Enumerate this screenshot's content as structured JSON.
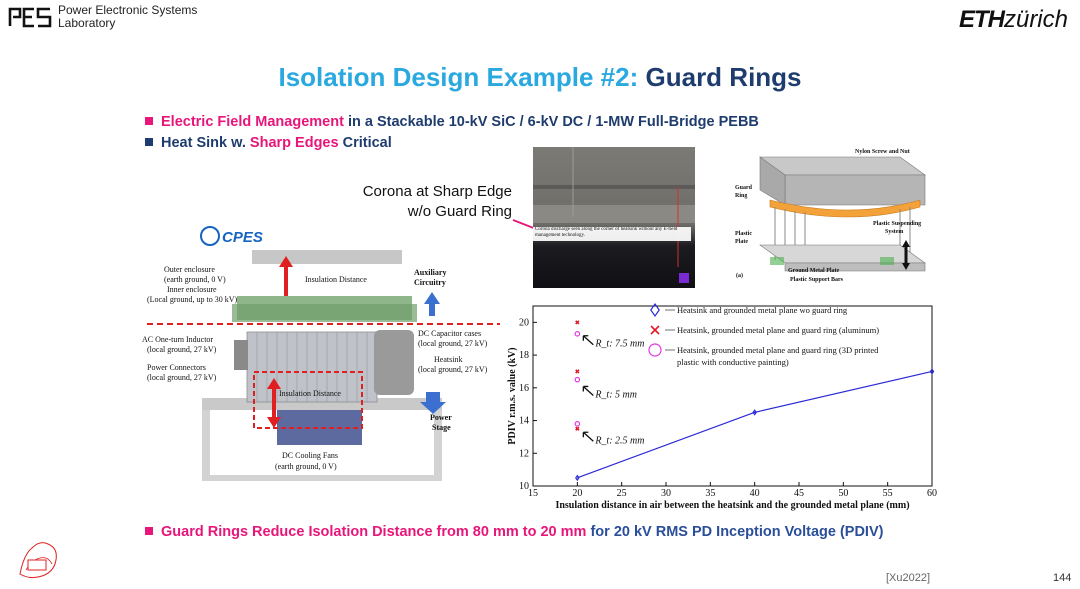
{
  "header": {
    "lab_line1": "Power Electronic Systems",
    "lab_line2": "Laboratory",
    "eth_bold": "ETH",
    "eth_rest": "zürich"
  },
  "title": {
    "part1": "Isolation Design Example #2:",
    "part2": "Guard Rings"
  },
  "bullets": {
    "b1_highlight": "Electric Field Management",
    "b1_rest": "in a Stackable 10-kV SiC / 6-kV DC / 1-MW Full-Bridge PEBB",
    "b2_a": "Heat Sink w.",
    "b2_highlight": "Sharp Edges",
    "b2_b": "Critical",
    "b3_highlight": "Guard Rings Reduce Isolation Distance from 80 mm to 20 mm",
    "b3_rest": "for 20 kV RMS PD Inception Voltage (PDIV)"
  },
  "corona": {
    "line1": "Corona at Sharp Edge",
    "line2": "w/o Guard Ring",
    "caption": "Corona discharge seen along the corner of heatsink without any E-field management technology."
  },
  "assembly": {
    "nylon": "Nylon Screw and Nut",
    "guard_ring_1": "Guard",
    "guard_ring_2": "Ring",
    "plastic_susp_1": "Plastic Suspending",
    "plastic_susp_2": "System",
    "plastic_plate_1": "Plastic",
    "plastic_plate_2": "Plate",
    "ground_plate": "Ground Metal Plate",
    "support_bars": "Plastic Support Bars",
    "panel": "(a)"
  },
  "module": {
    "brand": "CPES",
    "outer_1": "Outer enclosure",
    "outer_2": "(earth ground, 0 V)",
    "inner_1": "Inner enclosure",
    "inner_2": "(Local ground, up to 30 kV)",
    "insulation_top": "Insulation Distance",
    "aux_1": "Auxiliary",
    "aux_2": "Circuitry",
    "ac_1": "AC One-turn Inductor",
    "ac_2": "(local ground, 27 kV)",
    "pc_1": "Power Connectors",
    "pc_2": "(local ground, 27 kV)",
    "dc_1": "DC Capacitor cases",
    "dc_2": "(local ground, 27 kV)",
    "hs_1": "Heatsink",
    "hs_2": "(local ground, 27 kV)",
    "insulation_mid": "Insulation Distance",
    "power_1": "Power",
    "power_2": "Stage",
    "fans_1": "DC Cooling Fans",
    "fans_2": "(earth ground, 0 V)"
  },
  "chart_data": {
    "type": "scatter",
    "xlabel": "Insulation distance in air between the heatsink and the grounded metal plane (mm)",
    "ylabel": "PDIV r.m.s. value (kV)",
    "xlim": [
      15,
      60
    ],
    "ylim": [
      10,
      21
    ],
    "xticks": [
      15,
      20,
      25,
      30,
      35,
      40,
      45,
      50,
      55,
      60
    ],
    "yticks": [
      10,
      12,
      14,
      16,
      18,
      20
    ],
    "series": [
      {
        "name": "Heatsink and grounded metal plane wo guard ring",
        "color": "#2b2bd6",
        "marker": "diamond",
        "line": true,
        "x": [
          20,
          40,
          60
        ],
        "y": [
          10.5,
          14.5,
          17.0
        ]
      },
      {
        "name": "Heatsink, grounded metal plane and guard ring (aluminum)",
        "color": "#e21a2a",
        "marker": "x",
        "line": false,
        "x": [
          20,
          20,
          20
        ],
        "y": [
          20.0,
          17.0,
          13.5
        ]
      },
      {
        "name": "Heatsink, grounded metal plane and guard ring (3D printed plastic with conductive painting)",
        "color": "#e236e2",
        "marker": "circle",
        "line": false,
        "x": [
          20,
          20,
          20
        ],
        "y": [
          19.3,
          16.5,
          13.8
        ]
      }
    ],
    "annotations": [
      "R_t: 7.5 mm",
      "R_t: 5 mm",
      "R_t: 2.5 mm"
    ]
  },
  "footer": {
    "citation": "[Xu2022]",
    "page": "144"
  }
}
